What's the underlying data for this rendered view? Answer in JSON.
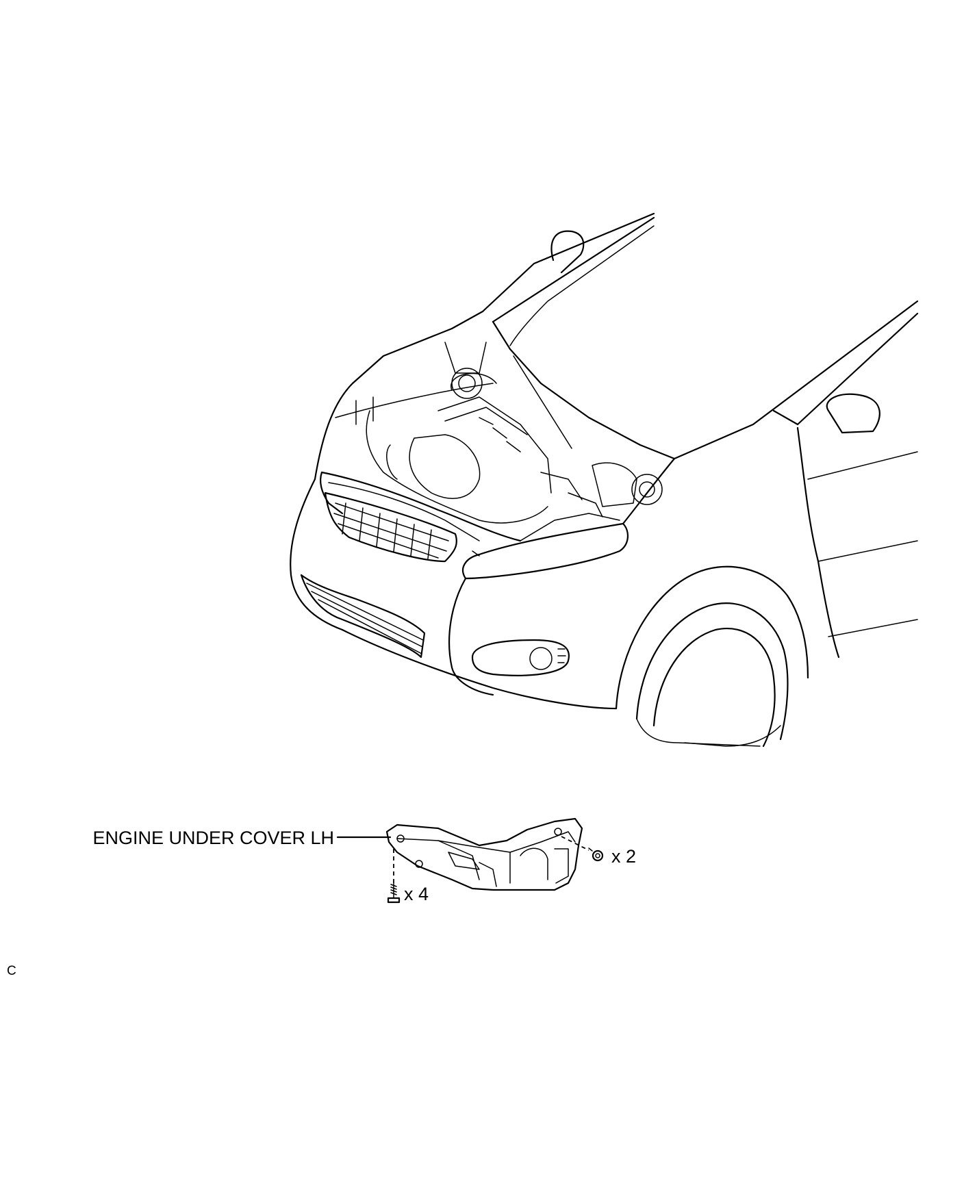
{
  "labels": {
    "part_name": "ENGINE UNDER COVER LH",
    "clip_count": "x 2",
    "bolt_count": "x 4",
    "figure_ref": "C"
  },
  "icons": {
    "vehicle": "vehicle-front-hood-open-illustration",
    "part": "engine-under-cover-illustration",
    "clip": "clip-icon",
    "bolt": "bolt-icon"
  }
}
